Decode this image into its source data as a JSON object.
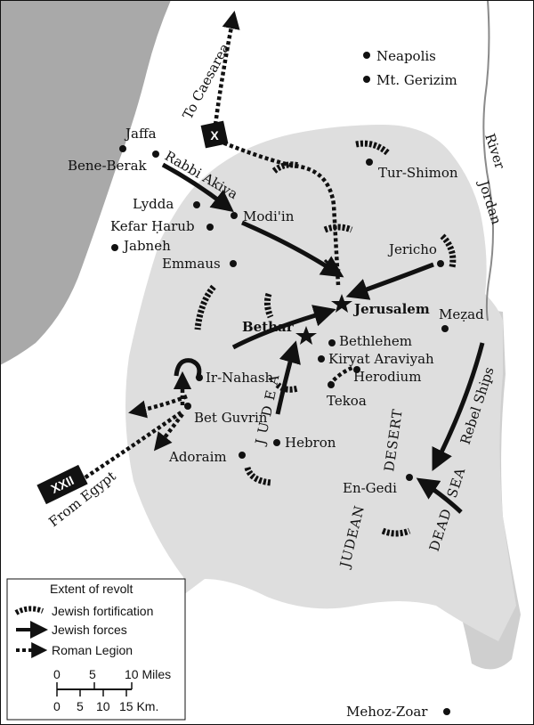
{
  "map": {
    "places": {
      "jaffa": "Jaffa",
      "bene_berak": "Bene-Berak",
      "lydda": "Lydda",
      "kefar_harub": "Kefar Ḥarub",
      "jabneh": "Jabneh",
      "emmaus": "Emmaus",
      "modiin": "Modi'in",
      "neapolis": "Neapolis",
      "mt_gerizim": "Mt. Gerizim",
      "tur_shimon": "Tur-Shimon",
      "jericho": "Jericho",
      "jerusalem": "Jerusalem",
      "mezad": "Meẓad",
      "bethar": "Bethar",
      "bethlehem": "Bethlehem",
      "kiryat_araviyah": "Kiryat Araviyah",
      "herodium": "Herodium",
      "tekoa": "Tekoa",
      "ir_nahash": "Ir-Nahash",
      "bet_guvrin": "Bet Guvrin",
      "adoraim": "Adoraim",
      "hebron": "Hebron",
      "en_gedi": "En-Gedi",
      "mehoz_zoar": "Mehoz-Zoar"
    },
    "annotations": {
      "to_caesarea": "To Caesarea",
      "rabbi_akiva": "Rabbi Akiva",
      "river_jordan_1": "River",
      "river_jordan_2": "Jordan",
      "rebel_ships": "Rebel Ships",
      "from_egypt": "From Egypt",
      "judea": "J U D E A",
      "judean": "JUDEAN",
      "desert": "DESERT",
      "dead": "DEAD",
      "sea": "SEA"
    },
    "legions": {
      "north": "X",
      "south": "XXII"
    }
  },
  "legend": {
    "title": "Extent of revolt",
    "fortification": "Jewish fortification",
    "forces": "Jewish forces",
    "legion": "Roman Legion",
    "miles_ticks": [
      "0",
      "5",
      "10 Miles"
    ],
    "km_ticks": [
      "0",
      "5",
      "10",
      "15 Km."
    ]
  },
  "colors": {
    "sea": "#a9a9a9",
    "revolt": "#dedede",
    "ink": "#111111"
  }
}
